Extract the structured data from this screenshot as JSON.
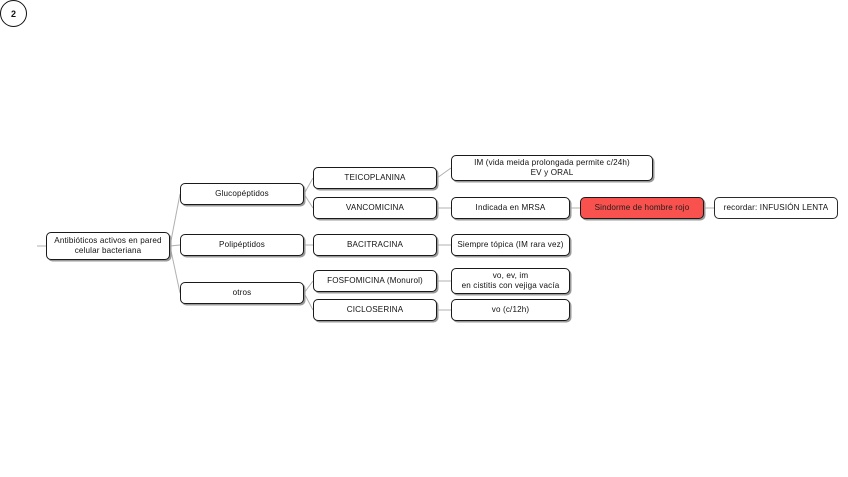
{
  "diagram": {
    "title_number": "2",
    "root": {
      "label": "Antibióticos activos en pared celular bacteriana",
      "line1": "Antibióticos activos en pared",
      "line2": "celular bacteriana"
    },
    "colors": {
      "highlight_red": "#F9514E",
      "box_border": "#1a1a1a",
      "box_fill": "#ffffff",
      "connector": "#b0b0b0",
      "text": "#111111"
    },
    "groups": [
      {
        "label": "Glucopéptidos"
      },
      {
        "label": "Polipéptidos"
      },
      {
        "label": "otros"
      }
    ],
    "drugs": [
      {
        "label": "TEICOPLANINA"
      },
      {
        "label": "VANCOMICINA"
      },
      {
        "label": "BACITRACINA"
      },
      {
        "label": "FOSFOMICINA (Monurol)"
      },
      {
        "label": "CICLOSERINA"
      }
    ],
    "notes": [
      {
        "line1": "IM (vida meida prolongada permite c/24h)",
        "line2": "EV y ORAL"
      },
      {
        "line1": "Indicada en MRSA"
      },
      {
        "line1": "Siempre tópica (IM rara vez)"
      },
      {
        "line1": "vo, ev, im",
        "line2": "en cistitis con vejiga vacía"
      },
      {
        "line1": "vo (c/12h)"
      }
    ],
    "adverse_effect": {
      "label": "Sindorme de hombre rojo"
    },
    "reminder": {
      "label": "recordar: INFUSIÓN LENTA"
    }
  }
}
